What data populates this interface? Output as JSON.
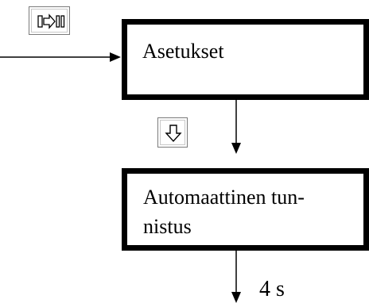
{
  "boxes": {
    "settings": {
      "label": "Asetukset"
    },
    "auto_detect": {
      "label_line1": "Automaattinen tun-",
      "label_line2": "nistus"
    }
  },
  "keys": {
    "play_pause": {
      "icon": "play-pause-key-icon"
    },
    "down": {
      "icon": "down-arrow-key-icon"
    }
  },
  "timer": {
    "label": "4 s"
  }
}
